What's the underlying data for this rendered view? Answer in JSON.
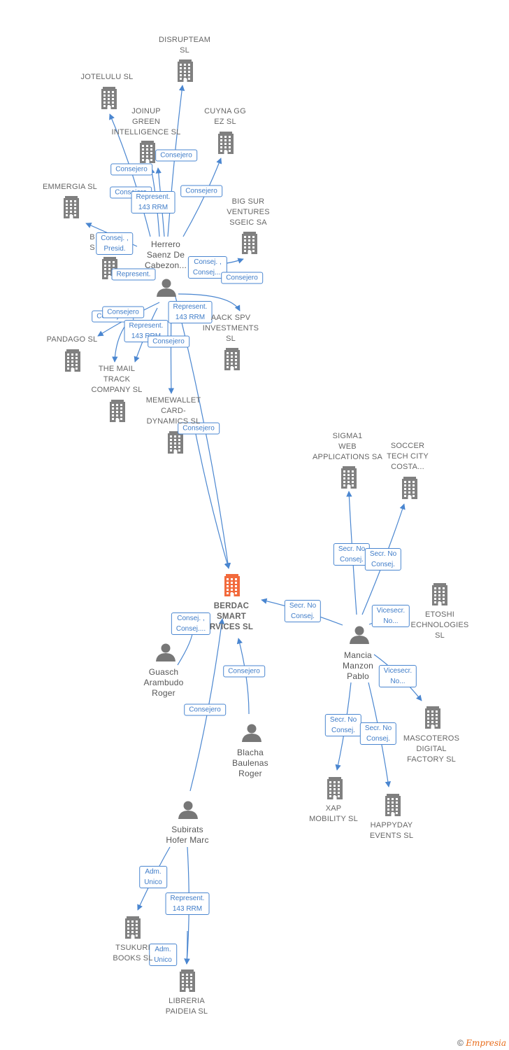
{
  "colors": {
    "edge": "#4a86d0",
    "building": "#808080",
    "focus_building": "#f26a3c",
    "person": "#777777"
  },
  "nodes": [
    {
      "id": "disrupteam",
      "type": "company",
      "label": "DISRUPTEAM\nSL"
    },
    {
      "id": "jotelulu",
      "type": "company",
      "label": "JOTELULU  SL"
    },
    {
      "id": "joinup",
      "type": "company",
      "label": "JOINUP\nGREEN\nINTELLIGENCE SL"
    },
    {
      "id": "cuyna",
      "type": "company",
      "label": "CUYNA GG\nEZ  SL"
    },
    {
      "id": "emmergia",
      "type": "company",
      "label": "EMMERGIA  SL"
    },
    {
      "id": "bigsur",
      "type": "company",
      "label": "BIG SUR\nVENTURES\nSGEIC SA"
    },
    {
      "id": "b_hidden",
      "type": "company",
      "label": "B\nS"
    },
    {
      "id": "herrero",
      "type": "person",
      "label": "Herrero\nSaenz De\nCabezon..."
    },
    {
      "id": "pandago",
      "type": "company",
      "label": "PANDAGO  SL"
    },
    {
      "id": "aackspv",
      "type": "company",
      "label": "AACK SPV\nINVESTMENTS\nSL"
    },
    {
      "id": "themail",
      "type": "company",
      "label": "THE MAIL\nTRACK\nCOMPANY  SL"
    },
    {
      "id": "memewallet",
      "type": "company",
      "label": "MEMEWALLET\nCARD-\nDYNAMICS  SL"
    },
    {
      "id": "sigma1",
      "type": "company",
      "label": "SIGMA1\nWEB\nAPPLICATIONS SA"
    },
    {
      "id": "soccer",
      "type": "company",
      "label": "SOCCER\nTECH CITY\nCOSTA..."
    },
    {
      "id": "berdac",
      "type": "focus",
      "label": "BERDAC\nSMART\nRVICES  SL"
    },
    {
      "id": "etoshi",
      "type": "company",
      "label": "ETOSHI\nECHNOLOGIES\nSL"
    },
    {
      "id": "guasch",
      "type": "person",
      "label": "Guasch\nArambudo\nRoger"
    },
    {
      "id": "mancia",
      "type": "person",
      "label": "Mancia\nManzon\nPablo"
    },
    {
      "id": "mascoteros",
      "type": "company",
      "label": "MASCOTEROS\nDIGITAL\nFACTORY  SL"
    },
    {
      "id": "blacha",
      "type": "person",
      "label": "Blacha\nBaulenas\nRoger"
    },
    {
      "id": "xap",
      "type": "company",
      "label": "XAP\nMOBILITY  SL"
    },
    {
      "id": "happyday",
      "type": "company",
      "label": "HAPPYDAY\nEVENTS  SL"
    },
    {
      "id": "subirats",
      "type": "person",
      "label": "Subirats\nHofer Marc"
    },
    {
      "id": "tsukuri",
      "type": "company",
      "label": "TSUKURI\nBOOKS  SL"
    },
    {
      "id": "libreria",
      "type": "company",
      "label": "LIBRERIA\nPAIDEIA  SL"
    }
  ],
  "edges": [
    {
      "from": "herrero",
      "to": "disrupteam",
      "label": "Consejero"
    },
    {
      "from": "herrero",
      "to": "jotelulu",
      "label": "Consejero"
    },
    {
      "from": "herrero",
      "to": "joinup",
      "label": "Consejero"
    },
    {
      "from": "herrero",
      "to": "joinup",
      "label": "Represent.\n143 RRM"
    },
    {
      "from": "herrero",
      "to": "cuyna",
      "label": "Consejero"
    },
    {
      "from": "herrero",
      "to": "emmergia",
      "label": "Consej. ,\nPresid."
    },
    {
      "from": "herrero",
      "to": "bigsur",
      "label": "Consej. ,\nConsej...."
    },
    {
      "from": "herrero",
      "to": "aackspv",
      "label": "Consejero"
    },
    {
      "from": "herrero",
      "to": "b_hidden",
      "label": "Represent."
    },
    {
      "from": "herrero",
      "to": "pandago",
      "label": "Consejero"
    },
    {
      "from": "herrero",
      "to": "themail",
      "label": "Consejero"
    },
    {
      "from": "herrero",
      "to": "themail",
      "label": "Represent.\n143 RRM"
    },
    {
      "from": "herrero",
      "to": "memewallet",
      "label": "Consejero"
    },
    {
      "from": "herrero",
      "to": "berdac",
      "label": "Represent.\n143 RRM"
    },
    {
      "from": "herrero",
      "to": "berdac",
      "label": "Consejero"
    },
    {
      "from": "mancia",
      "to": "sigma1",
      "label": "Secr.  No\nConsej."
    },
    {
      "from": "mancia",
      "to": "soccer",
      "label": "Secr.  No\nConsej."
    },
    {
      "from": "mancia",
      "to": "berdac",
      "label": "Secr.  No\nConsej."
    },
    {
      "from": "mancia",
      "to": "etoshi",
      "label": "Vicesecr.\nNo..."
    },
    {
      "from": "mancia",
      "to": "mascoteros",
      "label": "Vicesecr.\nNo..."
    },
    {
      "from": "mancia",
      "to": "xap",
      "label": "Secr.  No\nConsej."
    },
    {
      "from": "mancia",
      "to": "happyday",
      "label": "Secr.  No\nConsej."
    },
    {
      "from": "guasch",
      "to": "berdac",
      "label": "Consej. ,\nConsej...."
    },
    {
      "from": "blacha",
      "to": "berdac",
      "label": "Consejero"
    },
    {
      "from": "subirats",
      "to": "berdac",
      "label": "Consejero"
    },
    {
      "from": "subirats",
      "to": "tsukuri",
      "label": "Adm.\nUnico"
    },
    {
      "from": "subirats",
      "to": "libreria",
      "label": "Represent.\n143 RRM"
    },
    {
      "from": "subirats",
      "to": "libreria",
      "label": "Adm.\nUnico"
    }
  ],
  "footer": {
    "copyright_symbol": "©",
    "brand": "Empresia"
  }
}
